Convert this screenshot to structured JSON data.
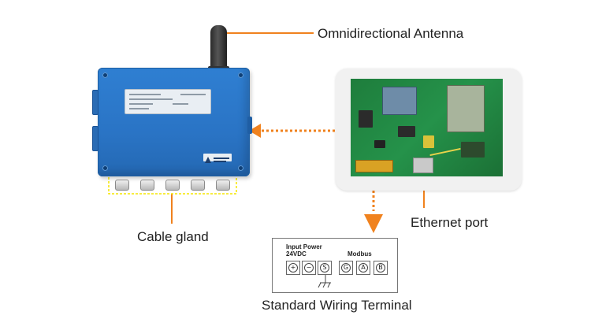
{
  "labels": {
    "antenna": "Omnidirectional Antenna",
    "cable_gland": "Cable gland",
    "ethernet_port": "Ethernet port",
    "wiring_terminal": "Standard Wiring Terminal"
  },
  "wiring_terminal": {
    "input_power_title": "Input Power",
    "input_power_voltage": "24VDC",
    "modbus_title": "Modbus",
    "power_terminals": [
      "+",
      "−",
      "S"
    ],
    "modbus_terminals": [
      "G",
      "A",
      "B"
    ]
  },
  "colors": {
    "enclosure_blue": "#2a74c5",
    "callout_orange": "#f0821e",
    "highlight_yellow": "#f5e600",
    "board_green": "#25924a"
  },
  "icons": {
    "ground": "ground-icon"
  }
}
